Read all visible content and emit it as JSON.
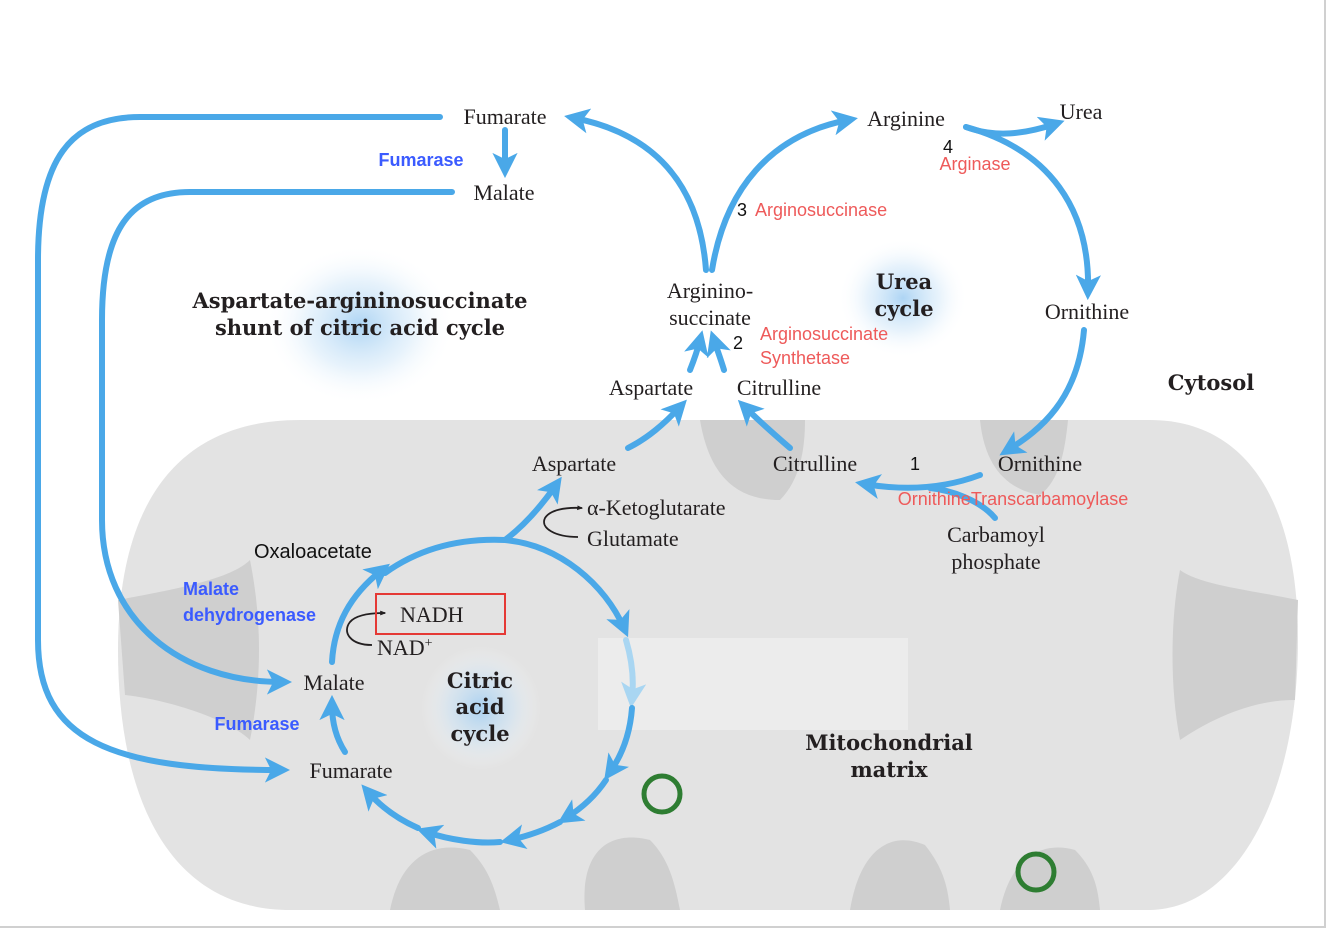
{
  "colors": {
    "pathway": "#4aa8e8",
    "enzyme_red": "#ee5a5a",
    "enzyme_blue": "#3b5bff",
    "matrix": "#e6e6e6",
    "highlight_box": "#e53935",
    "marker_circle": "#2e7d32"
  },
  "cytosol": {
    "fumarate": "Fumarate",
    "fumarase": "Fumarase",
    "malate": "Malate",
    "arginine": "Arginine",
    "urea": "Urea",
    "step4": "4",
    "arginase": "Arginase",
    "step3": "3",
    "arginosuccinase": "Arginosuccinase",
    "argininosuccinate_line1": "Arginino-",
    "argininosuccinate_line2": "succinate",
    "step2": "2",
    "synthetase_line1": "Arginosuccinate",
    "synthetase_line2": "Synthetase",
    "urea_cycle_line1": "Urea",
    "urea_cycle_line2": "cycle",
    "ornithine": "Ornithine",
    "aspartate": "Aspartate",
    "citrulline": "Citrulline",
    "shunt_line1": "Aspartate-argininosuccinate",
    "shunt_line2": "shunt of citric acid cycle",
    "cytosol_label": "Cytosol"
  },
  "matrix": {
    "aspartate": "Aspartate",
    "citrulline": "Citrulline",
    "step1": "1",
    "ornithine": "Ornithine",
    "otc": "OrnithineTranscarbamoylase",
    "carbamoyl_line1": "Carbamoyl",
    "carbamoyl_line2": "phosphate",
    "alpha_kg": "α-Ketoglutarate",
    "glutamate": "Glutamate",
    "oxaloacetate": "Oxaloacetate",
    "mdh_line1": "Malate",
    "mdh_line2": "dehydrogenase",
    "nadh": "NADH",
    "nad": "NAD",
    "nad_sup": "+",
    "malate": "Malate",
    "fumarase": "Fumarase",
    "fumarate": "Fumarate",
    "cac_line1": "Citric",
    "cac_line2": "acid",
    "cac_line3": "cycle",
    "matrix_line1": "Mitochondrial",
    "matrix_line2": "matrix"
  }
}
